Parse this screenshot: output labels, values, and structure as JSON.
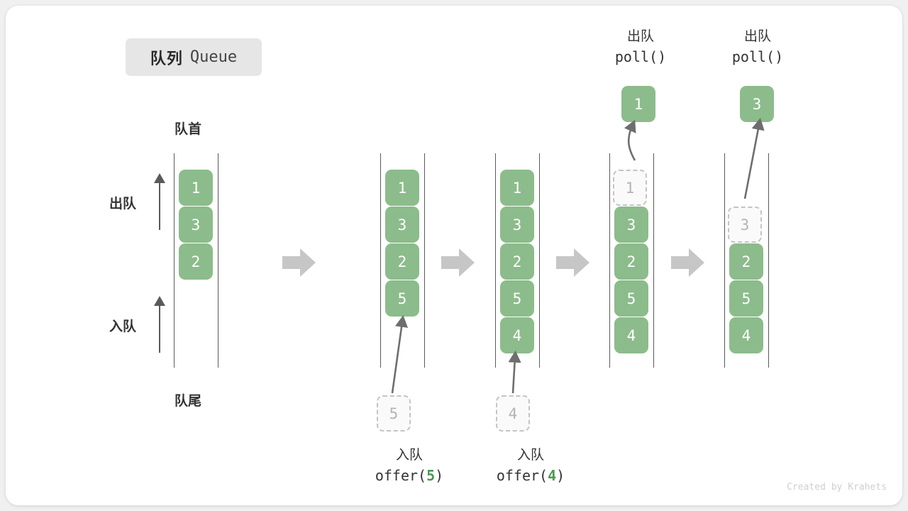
{
  "title": {
    "cn": "队列",
    "en": "Queue"
  },
  "captions": {
    "head": "队首",
    "tail": "队尾"
  },
  "side_ops": {
    "dequeue": "出队",
    "enqueue": "入队"
  },
  "colors": {
    "element": "#8cbc8b",
    "ghost_border": "#c4c4c4",
    "ghost_text": "#b4b4b4",
    "rail": "#5a5a5a",
    "arrow": "#c6c6c6",
    "accent_arg": "#4a9a4f",
    "badge_bg": "#e6e6e6"
  },
  "columns": [
    {
      "name": "initial",
      "items": [
        {
          "value": "1",
          "state": "solid"
        },
        {
          "value": "3",
          "state": "solid"
        },
        {
          "value": "2",
          "state": "solid"
        }
      ]
    },
    {
      "name": "after-offer-5",
      "items": [
        {
          "value": "1",
          "state": "solid"
        },
        {
          "value": "3",
          "state": "solid"
        },
        {
          "value": "2",
          "state": "solid"
        },
        {
          "value": "5",
          "state": "solid"
        }
      ],
      "incoming": {
        "value": "5",
        "state": "ghost"
      },
      "caption": {
        "cn": "入队",
        "fn_prefix": "offer(",
        "arg": "5",
        "fn_suffix": ")"
      }
    },
    {
      "name": "after-offer-4",
      "items": [
        {
          "value": "1",
          "state": "solid"
        },
        {
          "value": "3",
          "state": "solid"
        },
        {
          "value": "2",
          "state": "solid"
        },
        {
          "value": "5",
          "state": "solid"
        },
        {
          "value": "4",
          "state": "solid"
        }
      ],
      "incoming": {
        "value": "4",
        "state": "ghost"
      },
      "caption": {
        "cn": "入队",
        "fn_prefix": "offer(",
        "arg": "4",
        "fn_suffix": ")"
      }
    },
    {
      "name": "after-poll-1",
      "items": [
        {
          "value": "1",
          "state": "ghost"
        },
        {
          "value": "3",
          "state": "solid"
        },
        {
          "value": "2",
          "state": "solid"
        },
        {
          "value": "5",
          "state": "solid"
        },
        {
          "value": "4",
          "state": "solid"
        }
      ],
      "popped": {
        "value": "1",
        "state": "solid"
      },
      "caption": {
        "cn": "出队",
        "fn_prefix": "poll(",
        "arg": "",
        "fn_suffix": ")"
      }
    },
    {
      "name": "after-poll-3",
      "items": [
        {
          "value": "",
          "state": "empty"
        },
        {
          "value": "3",
          "state": "ghost"
        },
        {
          "value": "2",
          "state": "solid"
        },
        {
          "value": "5",
          "state": "solid"
        },
        {
          "value": "4",
          "state": "solid"
        }
      ],
      "popped": {
        "value": "3",
        "state": "solid"
      },
      "caption": {
        "cn": "出队",
        "fn_prefix": "poll(",
        "arg": "",
        "fn_suffix": ")"
      }
    }
  ],
  "credit": "Created by Krahets"
}
